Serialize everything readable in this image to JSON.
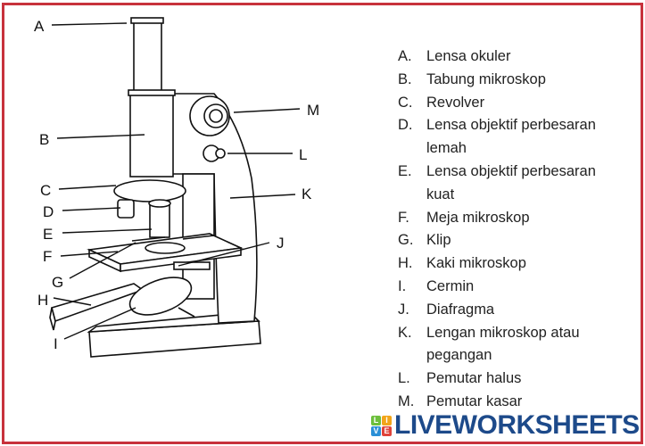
{
  "diagram": {
    "labels": {
      "A": "A",
      "B": "B",
      "C": "C",
      "D": "D",
      "E": "E",
      "F": "F",
      "G": "G",
      "H": "H",
      "I": "I",
      "J": "J",
      "K": "K",
      "L": "L",
      "M": "M"
    }
  },
  "legend": [
    {
      "key": "A.",
      "text": "Lensa okuler"
    },
    {
      "key": "B.",
      "text": "Tabung mikroskop"
    },
    {
      "key": "C.",
      "text": "Revolver"
    },
    {
      "key": "D.",
      "text": "Lensa objektif perbesaran",
      "cont": "lemah"
    },
    {
      "key": "E.",
      "text": "Lensa objektif perbesaran",
      "cont": "kuat"
    },
    {
      "key": "F.",
      "text": "Meja mikroskop"
    },
    {
      "key": "G.",
      "text": "Klip"
    },
    {
      "key": "H.",
      "text": "Kaki mikroskop"
    },
    {
      "key": "I.",
      "text": "Cermin"
    },
    {
      "key": "J.",
      "text": "Diafragma"
    },
    {
      "key": "K.",
      "text": "Lengan mikroskop atau",
      "cont": "pegangan"
    },
    {
      "key": "L.",
      "text": "Pemutar halus"
    },
    {
      "key": "M.",
      "text": "Pemutar kasar"
    }
  ],
  "logo": {
    "tiles": [
      "L",
      "I",
      "V",
      "E"
    ],
    "text": "LIVEWORKSHEETS"
  },
  "colors": {
    "border": "#c8323c",
    "brand": "#1d4a8a",
    "tile1": "#6cbf3c",
    "tile2": "#f2a51a",
    "tile3": "#2a8fd6",
    "tile4": "#e0433a"
  }
}
